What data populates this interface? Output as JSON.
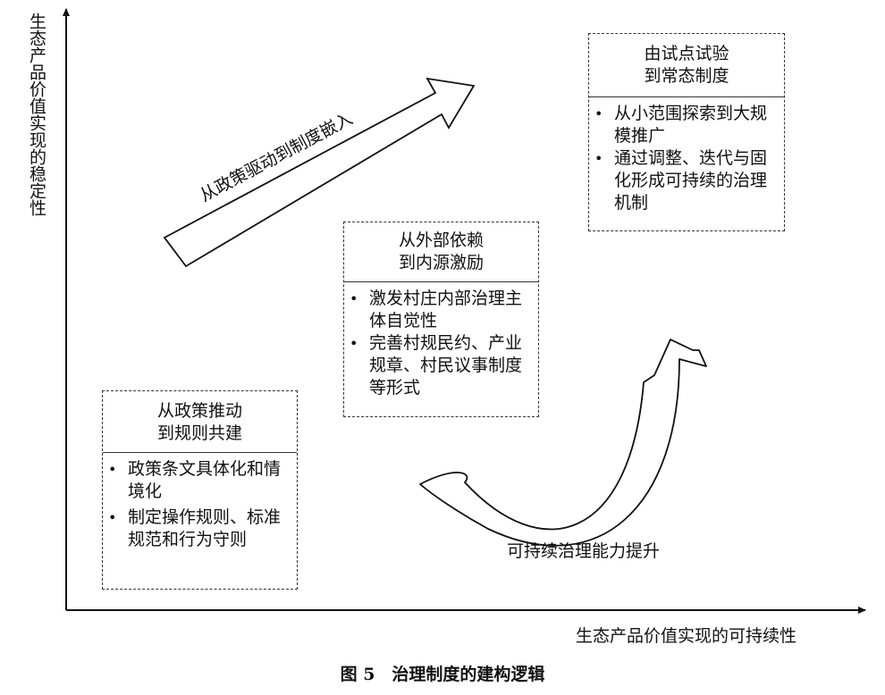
{
  "axes": {
    "y_label": "生态产品价值实现的稳定性",
    "x_label": "生态产品价值实现的可持续性"
  },
  "arrows": {
    "straight_label": "从政策驱动到制度嵌入",
    "curved_label": "可持续治理能力提升"
  },
  "stages": [
    {
      "title": "从政策推动\n到规则共建",
      "bullets": [
        "政策条文具体化和情境化",
        "制定操作规则、标准规范和行为守则"
      ]
    },
    {
      "title": "从外部依赖\n到内源激励",
      "bullets": [
        "激发村庄内部治理主体自觉性",
        "完善村规民约、产业规章、村民议事制度等形式"
      ]
    },
    {
      "title": "由试点试验\n到常态制度",
      "bullets": [
        "从小范围探索到大规模推广",
        "通过调整、迭代与固化形成可持续的治理机制"
      ]
    }
  ],
  "caption": "图 5　治理制度的建构逻辑"
}
